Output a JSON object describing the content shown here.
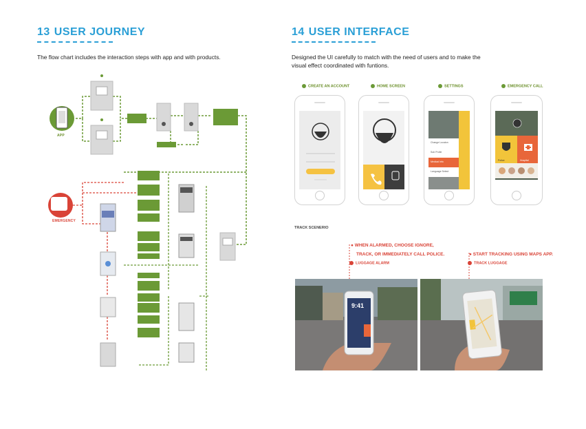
{
  "left": {
    "number": "13",
    "title": "USER JOURNEY",
    "description": "The flow chart includes the interaction steps with app and with products.",
    "app_label": "APP",
    "emergency_label": "EMERGENCY"
  },
  "right": {
    "number": "14",
    "title": "USER INTERFACE",
    "description_line1": "Designed the UI carefully to match with the need of users and to make the",
    "description_line2": "visual effect coordinated with funtions.",
    "screens": [
      {
        "label": "CREATE AN ACCOUNT"
      },
      {
        "label": "HOME SCREEN"
      },
      {
        "label": "SETTINGS"
      },
      {
        "label": "EMERGENCY CALL"
      }
    ],
    "settings_items": [
      "Change Locaton",
      "Sub Profie",
      "Medical Info",
      "Language Select"
    ],
    "emergency_buttons": [
      "Police",
      "Hospital"
    ],
    "home_buttons": [
      "Call",
      "Luggage"
    ],
    "track_title": "TRACK SCENERIO",
    "annotation1_line1": "WHEN ALARMED, CHOOSE IGNORE,",
    "annotation1_line2": "TRACK, OR IMMEDIATELY CALL POLICE.",
    "annotation2": "START TRACKING USING MAPS APP.",
    "tag1": "LUGGAGE ALARM",
    "tag2": "TRACK LUGGAGE",
    "lock_time": "9:41"
  },
  "colors": {
    "accent_blue": "#2a9fd6",
    "green": "#6b9a36",
    "red": "#d94337",
    "yellow": "#f5c242",
    "orange": "#e8663a"
  }
}
